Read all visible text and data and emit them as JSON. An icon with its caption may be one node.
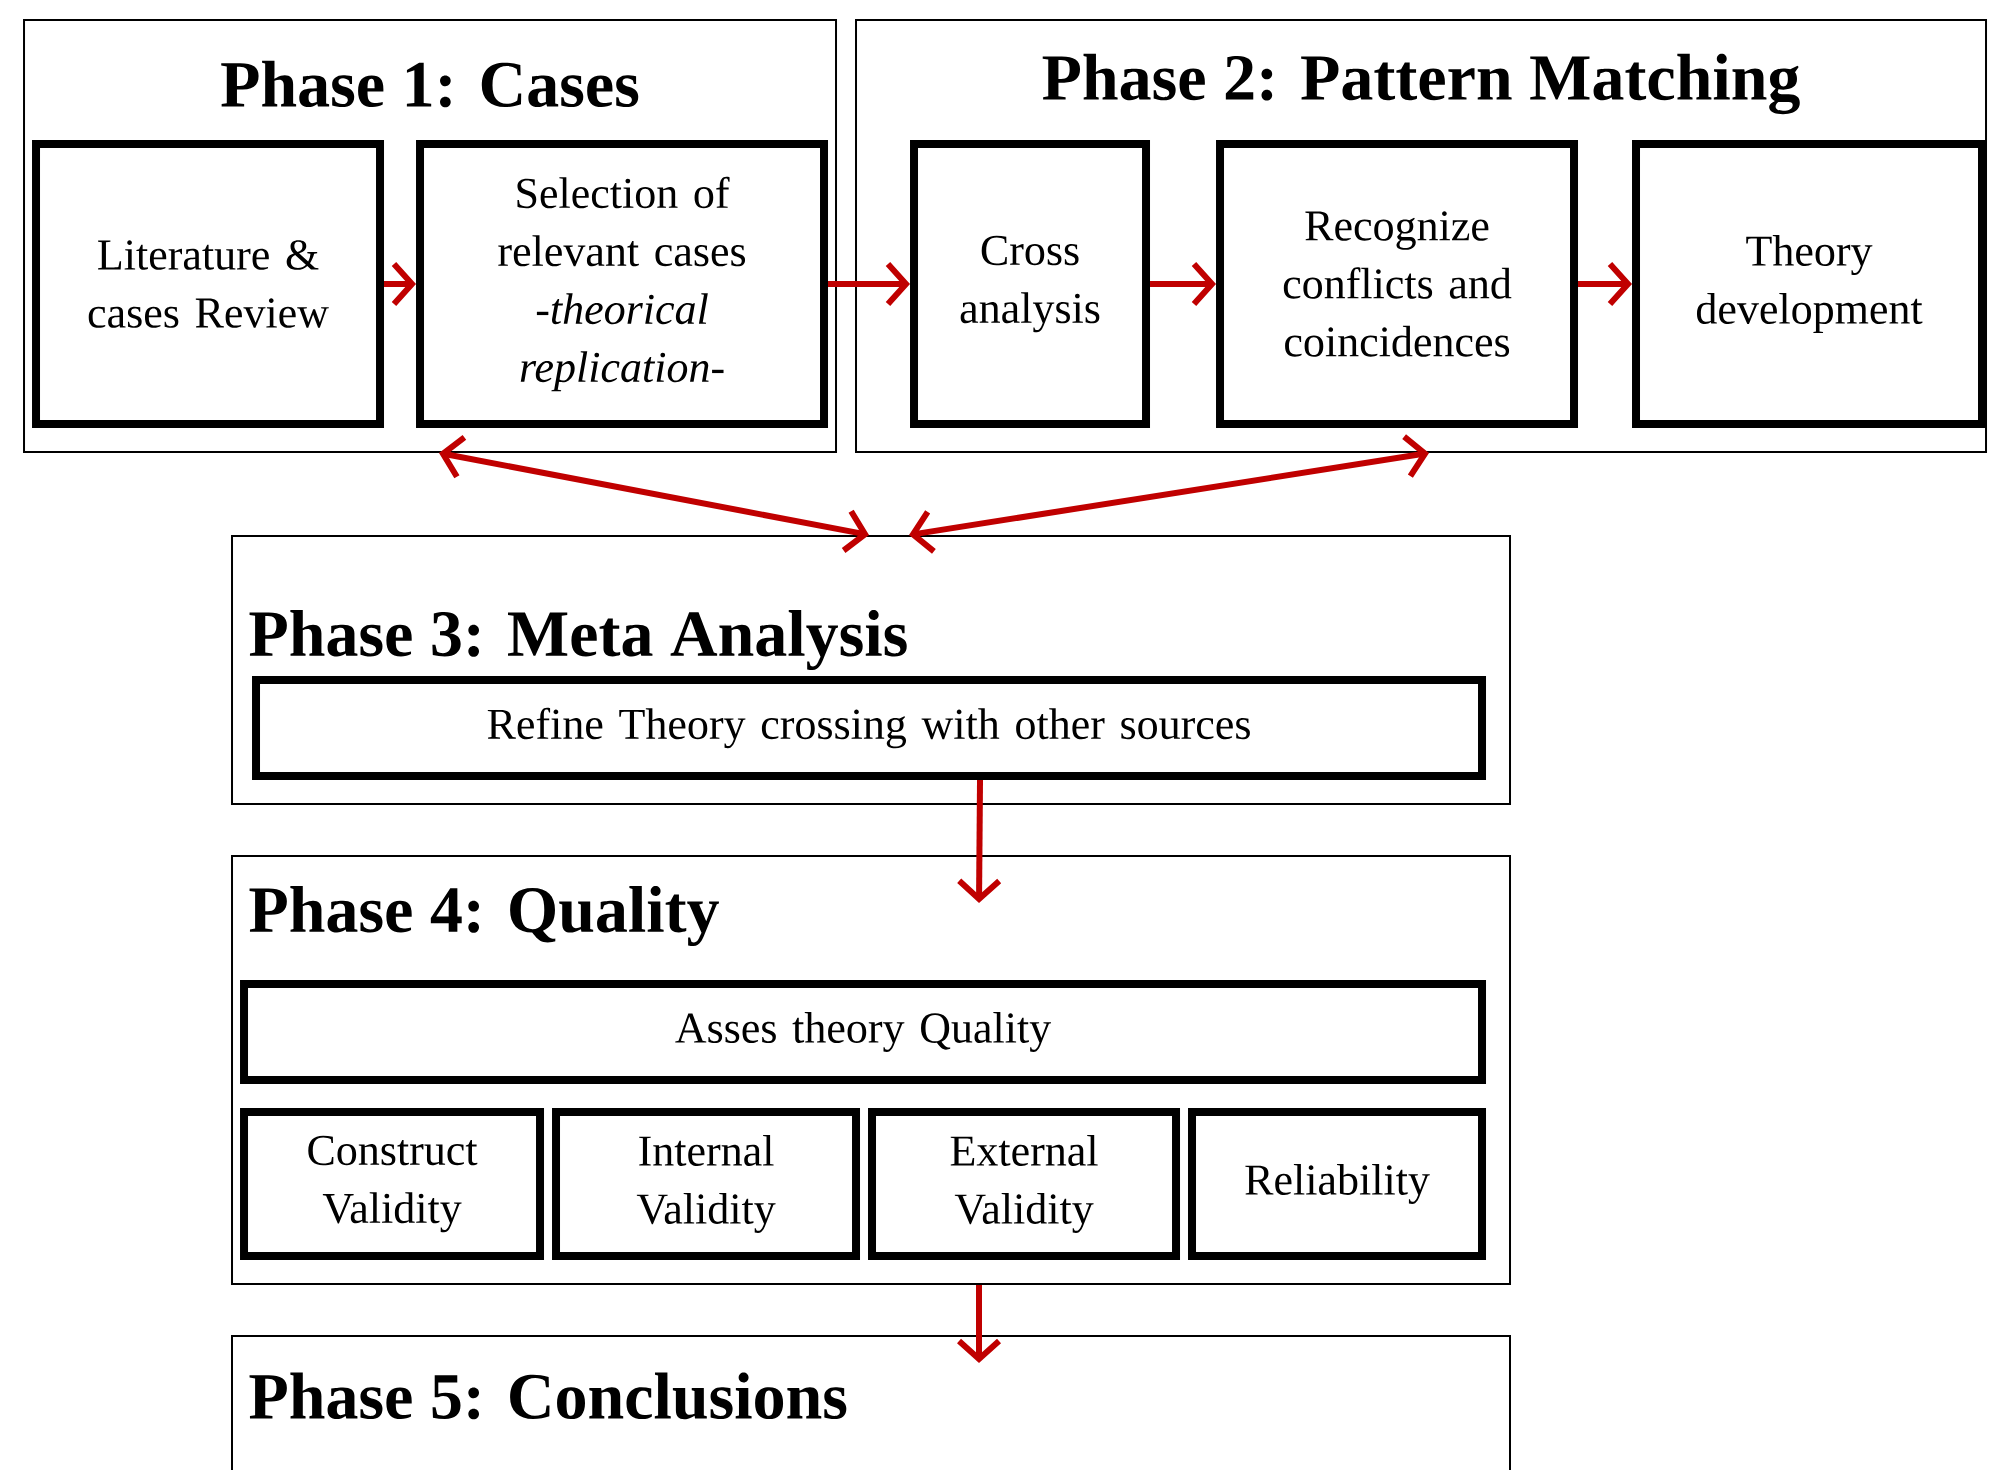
{
  "diagram": {
    "nodes": [
      {
        "text": [
          "Phase 1: Cases"
        ]
      },
      {
        "text": [
          "Literature & cases Review"
        ],
        "in": 0
      },
      {
        "text": [
          "Selection of relevant cases *-theorical replication-*"
        ],
        "in": 0
      },
      {
        "text": [
          "Phase 2: Pattern Matching"
        ]
      },
      {
        "text": [
          "Cross analysis"
        ],
        "in": 3
      },
      {
        "text": [
          "Recognize conflicts and coincidences"
        ],
        "in": 3
      },
      {
        "text": [
          "Theory development"
        ],
        "in": 3
      },
      {
        "text": [
          "Phase 3: Meta Analysis"
        ]
      },
      {
        "text": [
          "Refine  Theory crossing with other sources"
        ],
        "in": 7
      },
      {
        "text": [
          "Phase 4: Quality"
        ]
      },
      {
        "text": [
          "Asses theory Quality"
        ],
        "in": 9
      },
      {
        "text": [
          "Construct Validity"
        ],
        "in": 9
      },
      {
        "text": [
          "Internal Validity"
        ],
        "in": 9
      },
      {
        "text": [
          "External Validity"
        ],
        "in": 9
      },
      {
        "text": [
          "Reliability"
        ],
        "in": 9
      },
      {
        "text": [
          "Phase 5: Conclusions"
        ]
      }
    ],
    "edges": [
      {
        "from": 1,
        "to": 2,
        "arrow": "to"
      },
      {
        "from": 2,
        "to": 4,
        "arrow": "to"
      },
      {
        "from": 4,
        "to": 5,
        "arrow": "to"
      },
      {
        "from": 5,
        "to": 6,
        "arrow": "to"
      },
      {
        "from": 0,
        "to": 7,
        "arrow": "both"
      },
      {
        "from": 3,
        "to": 7,
        "arrow": "both"
      },
      {
        "from": 8,
        "to": 9,
        "arrow": "to"
      },
      {
        "from": 9,
        "to": 15,
        "arrow": "to"
      }
    ]
  }
}
